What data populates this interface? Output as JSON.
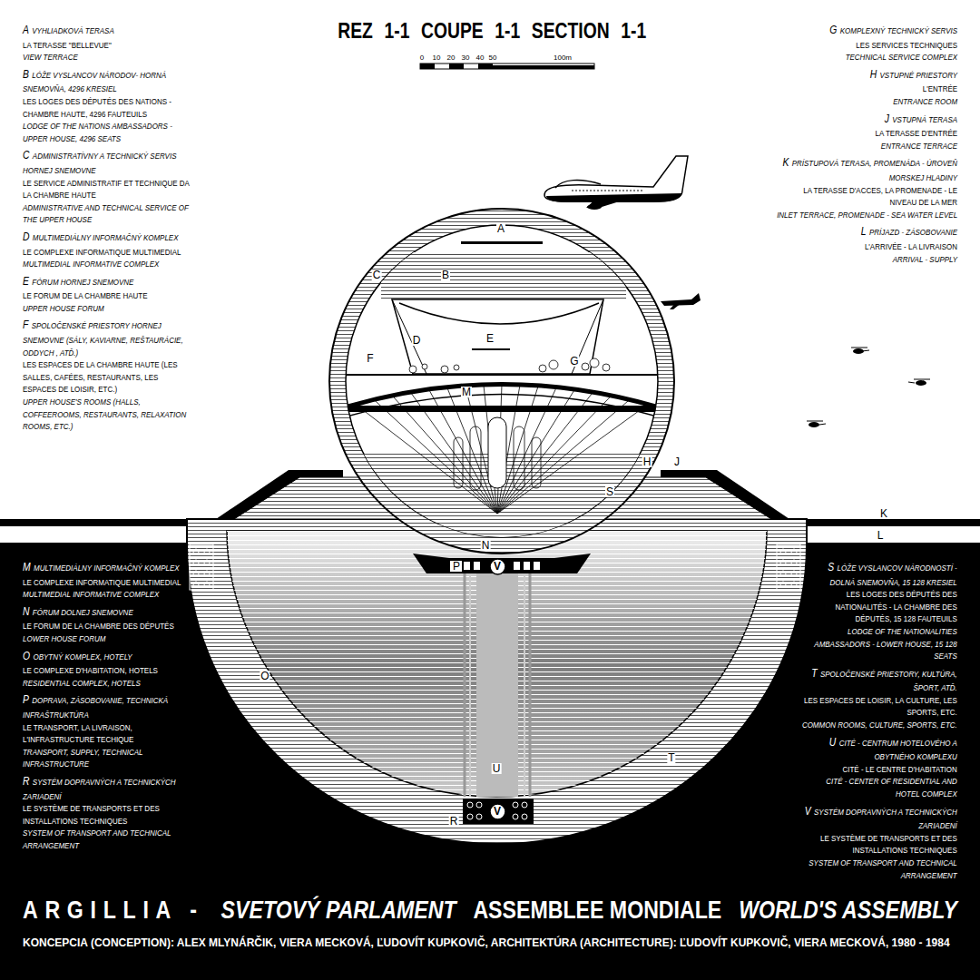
{
  "diagram": {
    "title": "REZ 1-1 COUPE 1-1 SECTION 1-1",
    "caption": "KONCEPCIA (CONCEPTION): ALEX MLYNÁRČIK, VIERA MECKOVÁ, ĽUDOVÍT KUPKOVIČ, ARCHITEKTÚRA (ARCHITECTURE): ĽUDOVÍT KUPKOVIČ, VIERA MECKOVÁ, 1980 - 1984",
    "nodes": [
      {
        "text": [
          "V"
        ]
      },
      {
        "text": [
          "V"
        ]
      }
    ],
    "labels": [
      "0",
      "10",
      "20",
      "30",
      "40",
      "50",
      "100m",
      "A",
      "VYHLIADKOVÁ TERASA",
      "LA TERASSE \"BELLEVUE\"",
      "VIEW TERRACE",
      "B",
      "LÓŽE VYSLANCOV NÁRODOV- HORNÁ SNEMOVŇA, 4296 KRESIEL",
      "LES LOGES DES DÉPUTÉS DES NATIONS -CHAMBRE HAUTE, 4296 FAUTEUILS",
      "LODGE OF THE NATIONS AMBASSADORS -UPPER HOUSE, 4296 SEATS",
      "C",
      "ADMINISTRATÍVNY A TECHNICKÝ SERVIS HORNEJ SNEMOVNE",
      "LE SERVICE ADMINISTRATIF ET TECHNIQUE DA LA CHAMBRE HAUTE",
      "ADMINISTRATIVE AND TECHNICAL SERVICE OF THE UPPER HOUSE",
      "D",
      "MULTIMEDIÁLNY INFORMAČNÝ KOMPLEX",
      "LE COMPLEXE INFORMATIQUE MULTIMEDIAL",
      "MULTIMEDIAL INFORMATIVE COMPLEX",
      "E",
      "FÓRUM HORNEJ SNEMOVNE",
      "LE FORUM DE LA CHAMBRE HAUTE",
      "UPPER HOUSE FORUM",
      "F",
      "SPOLOČENSKÉ PRIESTORY HORNEJ SNEMOVNE (SÁLY, KAVIARNE, REŠTAURÁCIE, ODDYCH , ATĎ.)",
      "LES ESPACES DE LA CHAMBRE HAUTE (LES SALLES, CAFÉES, RESTAURANTS, LES ESPACES DE LOISIR, ETC.)",
      "UPPER HOUSE'S ROOMS (HALLS, COFFEEROOMS, RESTAURANTS, RELAXATION ROOMS, ETC.)",
      "G",
      "KOMPLEXNÝ TECHNICKÝ SERVIS",
      "LES SERVICES TECHNIQUES",
      "TECHNICAL SERVICE COMPLEX",
      "H",
      "VSTUPNÉ PRIESTORY",
      "L'ENTRÉE",
      "ENTRANCE ROOM",
      "J",
      "VSTUPNÁ TERASA",
      "LA TERASSE D'ENTRÉE",
      "ENTRANCE TERRACE",
      "K",
      "PRÍSTUPOVÁ TERASA, PROMENÁDA - ÚROVEŇ MORSKEJ HLADINY",
      "LA TERASSE D'ACCES, LA PROMENADE - LE NIVEAU DE LA MER",
      "INLET TERRACE, PROMENADE - SEA WATER LEVEL",
      "L",
      "PRÍJAZD - ZÁSOBOVANIE",
      "L'ARRIVÉE - LA LIVRAISON",
      "ARRIVAL - SUPPLY",
      "M",
      "MULTIMEDIÁLNY INFORMAČNÝ KOMPLEX",
      "LE COMPLEXE INFORMATIQUE MULTIMEDIAL",
      "MULTIMEDIAL INFORMATIVE COMPLEX",
      "N",
      "FÓRUM DOLNEJ SNEMOVNE",
      "LE FORUM DE LA CHAMBRE DES DÉPUTÉS",
      "LOWER HOUSE FORUM",
      "O",
      "OBYTNÝ KOMPLEX, HOTELY",
      "LE COMPLEXE D'HABITATION, HOTELS",
      "RESIDENTIAL COMPLEX, HOTELS",
      "P",
      "DOPRAVA, ZÁSOBOVANIE, TECHNICKÁ INFRAŠTRUKTÚRA",
      "LE TRANSPORT, LA LIVRAISON, L'INFRASTRUCTURE TECHIQUE",
      "TRANSPORT, SUPPLY, TECHNICAL INFRASTRUCTURE",
      "R",
      "SYSTÉM DOPRAVNÝCH A TECHNICKÝCH ZARIADENÍ",
      "LE SYSTÈME DE TRANSPORTS ET DES INSTALLATIONS TECHNIQUES",
      "SYSTEM OF TRANSPORT AND TECHNICAL ARRANGEMENT",
      "S",
      "LÓŽE VYSLANCOV NÁRODNOSTÍ - DOLNÁ SNEMOVŇA, 15 128 KRESIEL",
      "LES LOGES DES DÉPUTÉS DES NATIONALITÉS - LA CHAMBRE DES DÉPUTÉS, 15 128 FAUTEUILS",
      "LODGE OF THE NATIONALITIES AMBASSADORS - LOWER HOUSE, 15 128 SEATS",
      "T",
      "SPOLOČENSKÉ PRIESTORY, KULTÚRA, ŠPORT, ATĎ.",
      "LES ESPACES DE LOISIR, LA CULTURE, LES SPORTS, ETC.",
      "COMMON ROOMS, CULTURE, SPORTS, ETC.",
      "U",
      "CITÉ - CENTRUM HOTELOVÉHO A OBYTNÉHO KOMPLEXU",
      "CITÉ - LE CENTRE D'HABITATION",
      "CITÉ - CENTER OF RESIDENTIAL AND HOTEL COMPLEX",
      "V",
      "SYSTÉM DOPRAVNÝCH A TECHNICKÝCH ZARIADENÍ",
      "LE SYSTÈME DE TRANSPORTS ET DES INSTALLATIONS TECHNIQUES",
      "SYSTEM OF TRANSPORT AND TECHNICAL ARRANGEMENT",
      "A",
      "B",
      "C",
      "D",
      "E",
      "F",
      "G",
      "M",
      "H",
      "J",
      "S",
      "K",
      "L",
      "N",
      "P",
      "O",
      "T",
      "U",
      "R",
      "ARGILLIA -",
      "SVETOVÝ PARLAMENT",
      "ASSEMBLEE MONDIALE",
      "WORLD'S ASSEMBLY"
    ]
  }
}
